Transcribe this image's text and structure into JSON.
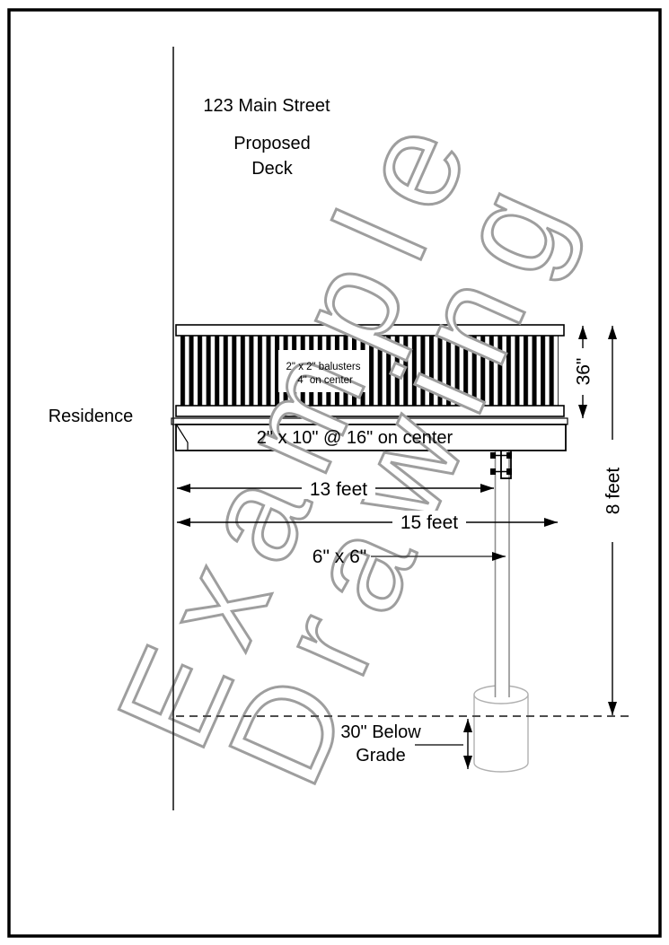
{
  "title": {
    "address": "123 Main Street",
    "line1": "Proposed",
    "line2": "Deck"
  },
  "residence": "Residence",
  "watermark": {
    "word1": "Example",
    "word2": "Drawing"
  },
  "deck": {
    "baluster_note1": "2\" x 2\" balusters",
    "baluster_note2": "4\" on center",
    "joist": "2\" x 10\" @ 16\" on center",
    "post": "6\" x 6\""
  },
  "dimensions": {
    "rail_height": "36\"",
    "span_to_post": "13 feet",
    "span_total": "15 feet",
    "height": "8 feet",
    "footing1": "30\" Below",
    "footing2": "Grade"
  },
  "colors": {
    "line": "#000000",
    "watermark": "#9e9e9e",
    "grade_line": "#4d4d4d",
    "post_outline": "#909090",
    "footing_outline": "#b0b0b0"
  }
}
